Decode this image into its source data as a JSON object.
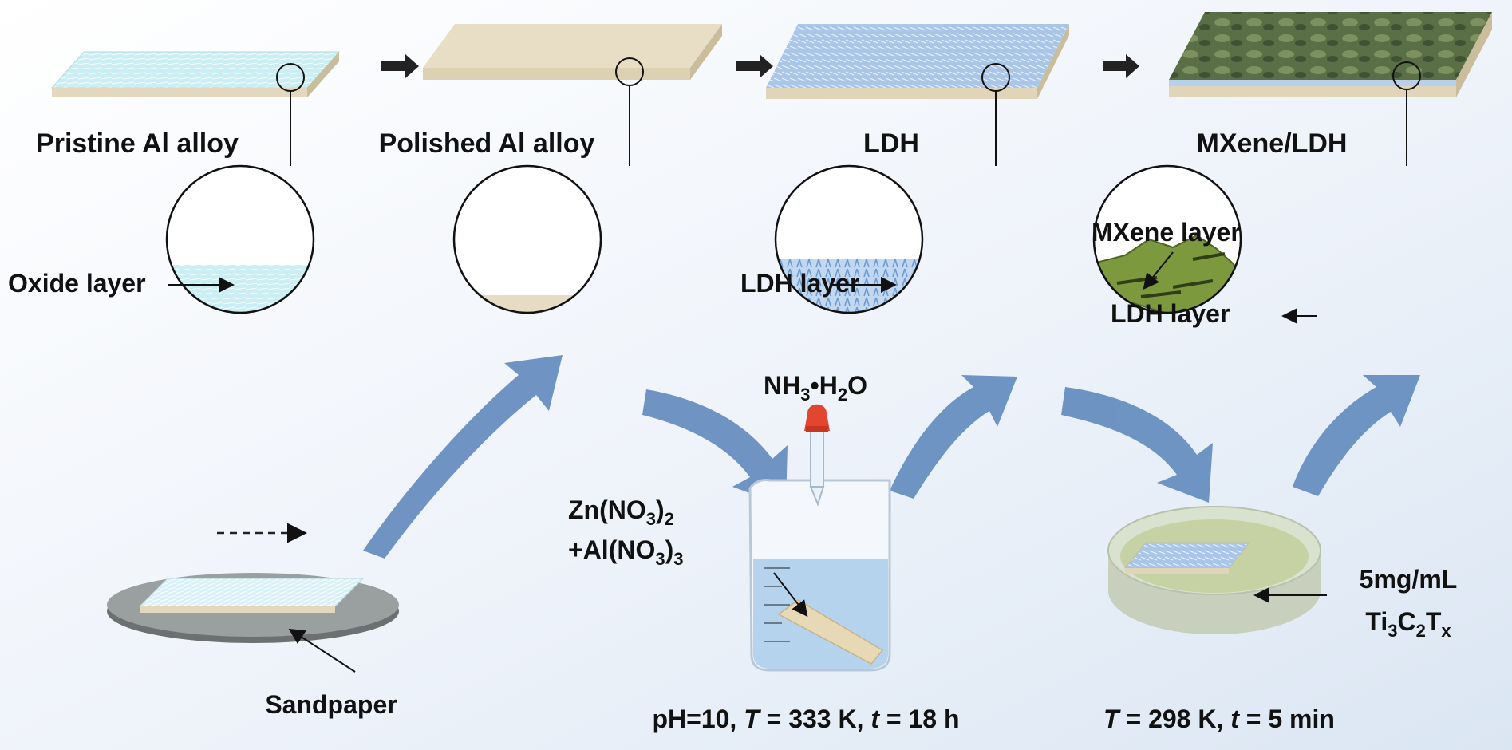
{
  "stages": [
    {
      "label": "Pristine Al alloy"
    },
    {
      "label": "Polished Al alloy"
    },
    {
      "label": "LDH"
    },
    {
      "label": "MXene/LDH"
    }
  ],
  "layer_labels": {
    "oxide": "Oxide layer",
    "ldh_stage3": "LDH layer",
    "mxene": "MXene layer",
    "ldh_stage4": "LDH layer"
  },
  "tools": {
    "sandpaper": "Sandpaper",
    "dropper": {
      "base1": "NH",
      "sub1": "3",
      "mid": "•H",
      "sub2": "2",
      "end": "O"
    },
    "beaker_line1": {
      "a": "Zn(NO",
      "sub": "3",
      "b": ")",
      "sub2": "2"
    },
    "beaker_line2": {
      "a": "+Al(NO",
      "sub": "3",
      "b": ")",
      "sub2": "3"
    },
    "dish_line1": "5mg/mL",
    "dish_line2": {
      "a": "Ti",
      "s1": "3",
      "b": "C",
      "s2": "2",
      "c": "T",
      "s3": "x"
    }
  },
  "conditions": {
    "ldh": {
      "pre": "pH=10, ",
      "T": "T",
      "mid1": " = 333 K, ",
      "t": "t",
      "mid2": " = 18 h"
    },
    "mxene": {
      "T": "T",
      "mid1": " = 298 K, ",
      "t": "t",
      "mid2": " = 5 min"
    }
  },
  "colors": {
    "alloy": "#e6dcc3",
    "alloy_side": "#cfc3a3",
    "oxide": "#c9ecf2",
    "ldh": "#8fb4e0",
    "mxene": "#5f7a3a",
    "mxene_flake": "#7a9a3e",
    "arrow": "#5f86b8",
    "background": "#eef3fa"
  }
}
